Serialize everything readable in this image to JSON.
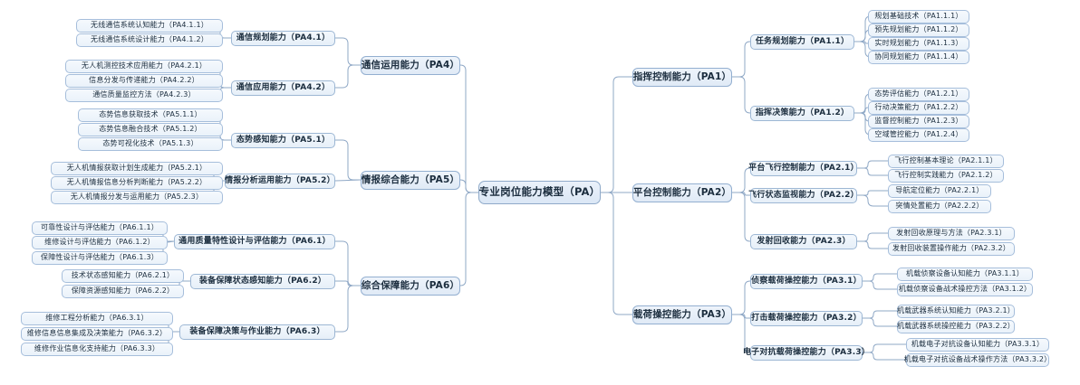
{
  "diagram": {
    "type": "mind-map",
    "title": "专业岗位能力模型（PA）",
    "accent_color": "#9db7d4",
    "node_fill": "#eaf2fa",
    "link_color": "#8fa8c6"
  },
  "root": {
    "label": "专业岗位能力模型（PA）"
  },
  "right_branches": [
    {
      "label": "指挥控制能力（PA1）",
      "children": [
        {
          "label": "任务规划能力（PA1.1）",
          "children": [
            {
              "label": "规划基础技术（PA1.1.1）"
            },
            {
              "label": "预先规划能力（PA1.1.2）"
            },
            {
              "label": "实时规划能力（PA1.1.3）"
            },
            {
              "label": "协同规划能力（PA1.1.4）"
            }
          ]
        },
        {
          "label": "指挥决策能力（PA1.2）",
          "children": [
            {
              "label": "态势评估能力（PA1.2.1）"
            },
            {
              "label": "行动决策能力（PA1.2.2）"
            },
            {
              "label": "监督控制能力（PA1.2.3）"
            },
            {
              "label": "空域管控能力（PA1.2.4）"
            }
          ]
        }
      ]
    },
    {
      "label": "平台控制能力（PA2）",
      "children": [
        {
          "label": "平台飞行控制能力（PA2.1）",
          "children": [
            {
              "label": "飞行控制基本理论（PA2.1.1）"
            },
            {
              "label": "飞行控制实践能力（PA2.1.2）"
            }
          ]
        },
        {
          "label": "飞行状态监视能力（PA2.2）",
          "children": [
            {
              "label": "导航定位能力（PA2.2.1）"
            },
            {
              "label": "突情处置能力（PA2.2.2）"
            }
          ]
        },
        {
          "label": "发射回收能力（PA2.3）",
          "children": [
            {
              "label": "发射回收原理与方法（PA2.3.1）"
            },
            {
              "label": "发射回收装置操作能力（PA2.3.2）"
            }
          ]
        }
      ]
    },
    {
      "label": "载荷操控能力（PA3）",
      "children": [
        {
          "label": "侦察载荷操控能力（PA3.1）",
          "children": [
            {
              "label": "机载侦察设备认知能力（PA3.1.1）"
            },
            {
              "label": "机载侦察设备战术操控方法（PA3.1.2）"
            }
          ]
        },
        {
          "label": "打击载荷操控能力（PA3.2）",
          "children": [
            {
              "label": "机载武器系统认知能力（PA3.2.1）"
            },
            {
              "label": "机载武器系统操控能力（PA3.2.2）"
            }
          ]
        },
        {
          "label": "电子对抗载荷操控能力（PA3.3）",
          "children": [
            {
              "label": "机载电子对抗设备认知能力（PA3.3.1）"
            },
            {
              "label": "机载电子对抗设备战术操作方法（PA3.3.2）"
            }
          ]
        }
      ]
    }
  ],
  "left_branches": [
    {
      "label": "通信运用能力（PA4）",
      "children": [
        {
          "label": "通信规划能力（PA4.1）",
          "children": [
            {
              "label": "无线通信系统认知能力（PA4.1.1）"
            },
            {
              "label": "无线通信系统设计能力（PA4.1.2）"
            }
          ]
        },
        {
          "label": "通信应用能力（PA4.2）",
          "children": [
            {
              "label": "无人机测控技术应用能力（PA4.2.1）"
            },
            {
              "label": "信息分发与传递能力（PA4.2.2）"
            },
            {
              "label": "通信质量监控方法（PA4.2.3）"
            }
          ]
        }
      ]
    },
    {
      "label": "情报综合能力（PA5）",
      "children": [
        {
          "label": "态势感知能力（PA5.1）",
          "children": [
            {
              "label": "态势信息获取技术（PA5.1.1）"
            },
            {
              "label": "态势信息融合技术（PA5.1.2）"
            },
            {
              "label": "态势可视化技术（PA5.1.3）"
            }
          ]
        },
        {
          "label": "情报分析运用能力（PA5.2）",
          "children": [
            {
              "label": "无人机情报获取计划生成能力（PA5.2.1）"
            },
            {
              "label": "无人机情报信息分析判断能力（PA5.2.2）"
            },
            {
              "label": "无人机情报分发与运用能力（PA5.2.3）"
            }
          ]
        }
      ]
    },
    {
      "label": "综合保障能力（PA6）",
      "children": [
        {
          "label": "通用质量特性设计与评估能力（PA6.1）",
          "children": [
            {
              "label": "可靠性设计与评估能力（PA6.1.1）"
            },
            {
              "label": "维修设计与评估能力（PA6.1.2）"
            },
            {
              "label": "保障性设计与评估能力（PA6.1.3）"
            }
          ]
        },
        {
          "label": "装备保障状态感知能力（PA6.2）",
          "children": [
            {
              "label": "技术状态感知能力（PA6.2.1）"
            },
            {
              "label": "保障资源感知能力（PA6.2.2）"
            }
          ]
        },
        {
          "label": "装备保障决策与作业能力（PA6.3）",
          "children": [
            {
              "label": "维修工程分析能力（PA6.3.1）"
            },
            {
              "label": "维修信息信息集成及决策能力（PA6.3.2）"
            },
            {
              "label": "维修作业信息化支持能力（PA6.3.3）"
            }
          ]
        }
      ]
    }
  ]
}
